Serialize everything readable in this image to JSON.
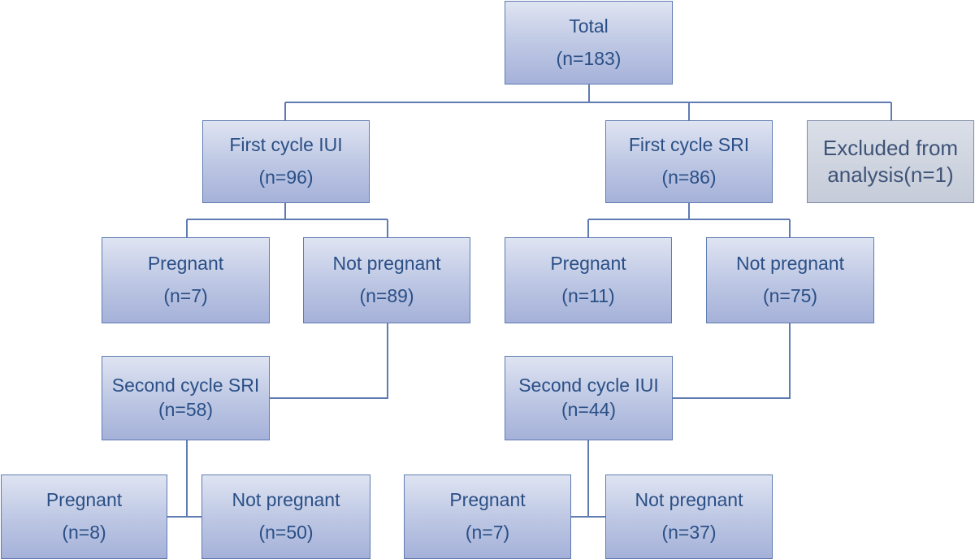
{
  "nodes": {
    "total": {
      "line1": "Total",
      "line2": "(n=183)"
    },
    "first_iui": {
      "line1": "First cycle IUI",
      "line2": "(n=96)"
    },
    "first_sri": {
      "line1": "First cycle SRI",
      "line2": "(n=86)"
    },
    "excluded": {
      "line1": "Excluded from",
      "line2": "analysis(n=1)"
    },
    "iui_pregnant": {
      "line1": "Pregnant",
      "line2": "(n=7)"
    },
    "iui_not_pregnant": {
      "line1": "Not pregnant",
      "line2": "(n=89)"
    },
    "sri_pregnant": {
      "line1": "Pregnant",
      "line2": "(n=11)"
    },
    "sri_not_pregnant": {
      "line1": "Not pregnant",
      "line2": "(n=75)"
    },
    "second_sri": {
      "line1": "Second cycle SRI",
      "line2": "(n=58)"
    },
    "second_iui": {
      "line1": "Second cycle IUI",
      "line2": "(n=44)"
    },
    "second_sri_pregnant": {
      "line1": "Pregnant",
      "line2": "(n=8)"
    },
    "second_sri_not_pregnant": {
      "line1": "Not pregnant",
      "line2": "(n=50)"
    },
    "second_iui_pregnant": {
      "line1": "Pregnant",
      "line2": "(n=7)"
    },
    "second_iui_not_pregnant": {
      "line1": "Not pregnant",
      "line2": "(n=37)"
    }
  },
  "colors": {
    "line": "#5f7bb1",
    "text": "#2a4f86",
    "box_border": "#5f7bb1"
  }
}
